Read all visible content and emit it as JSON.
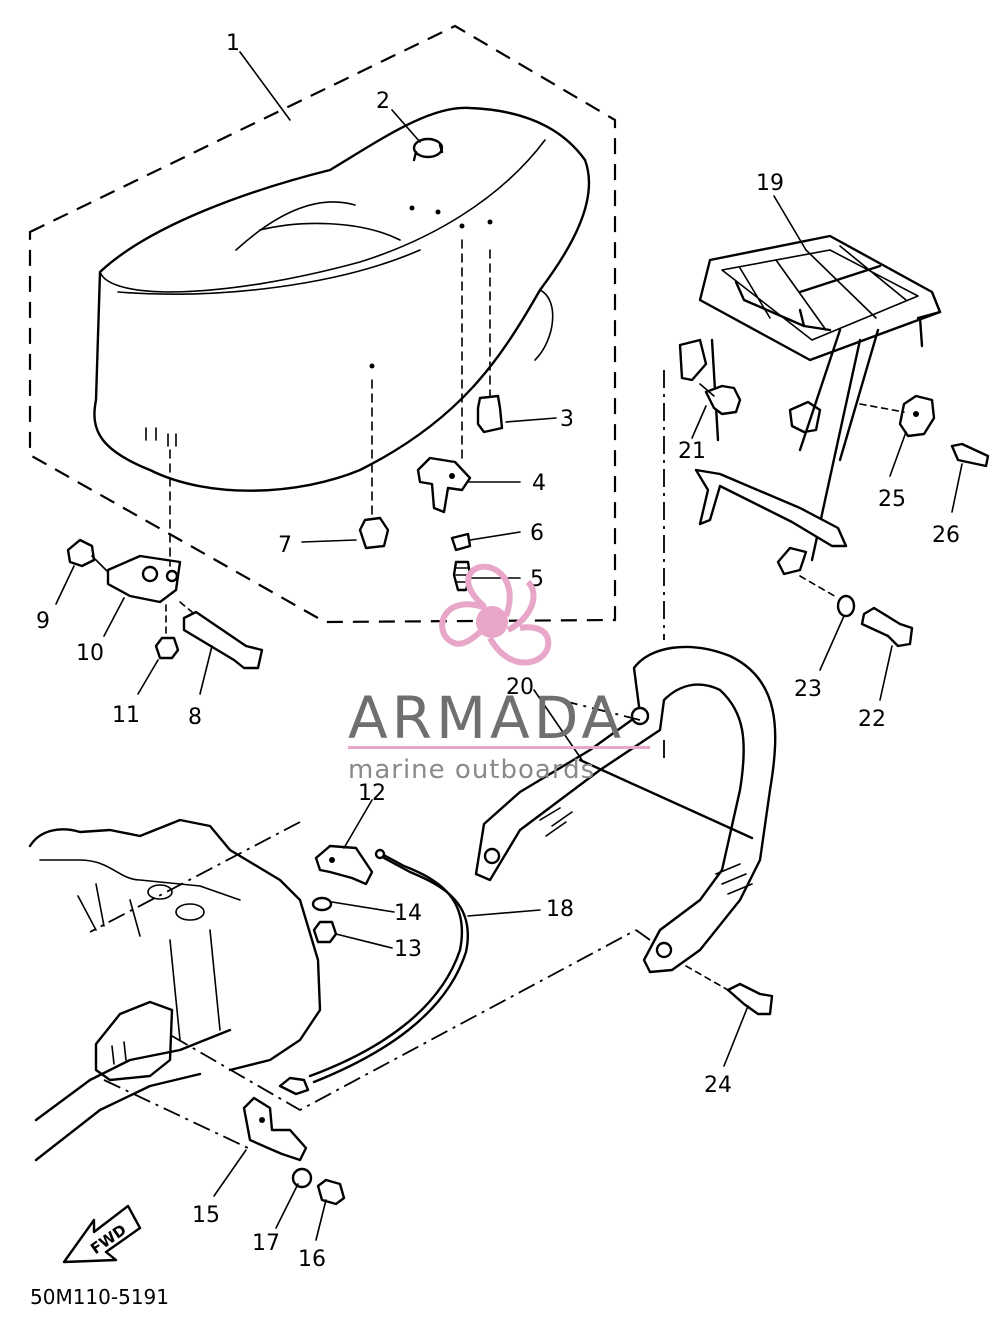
{
  "diagram": {
    "drawing_number": "50M110-5191",
    "fwd_label": "FWD",
    "callouts": [
      "1",
      "2",
      "3",
      "4",
      "5",
      "6",
      "7",
      "8",
      "9",
      "10",
      "11",
      "12",
      "13",
      "14",
      "15",
      "16",
      "17",
      "18",
      "19",
      "20",
      "21",
      "22",
      "23",
      "24",
      "25",
      "26"
    ]
  },
  "watermark": {
    "title": "ARMADA",
    "subtitle": "marine outboards",
    "accent_color": "#e8a6c8",
    "text_color": "#6f6f6f"
  }
}
